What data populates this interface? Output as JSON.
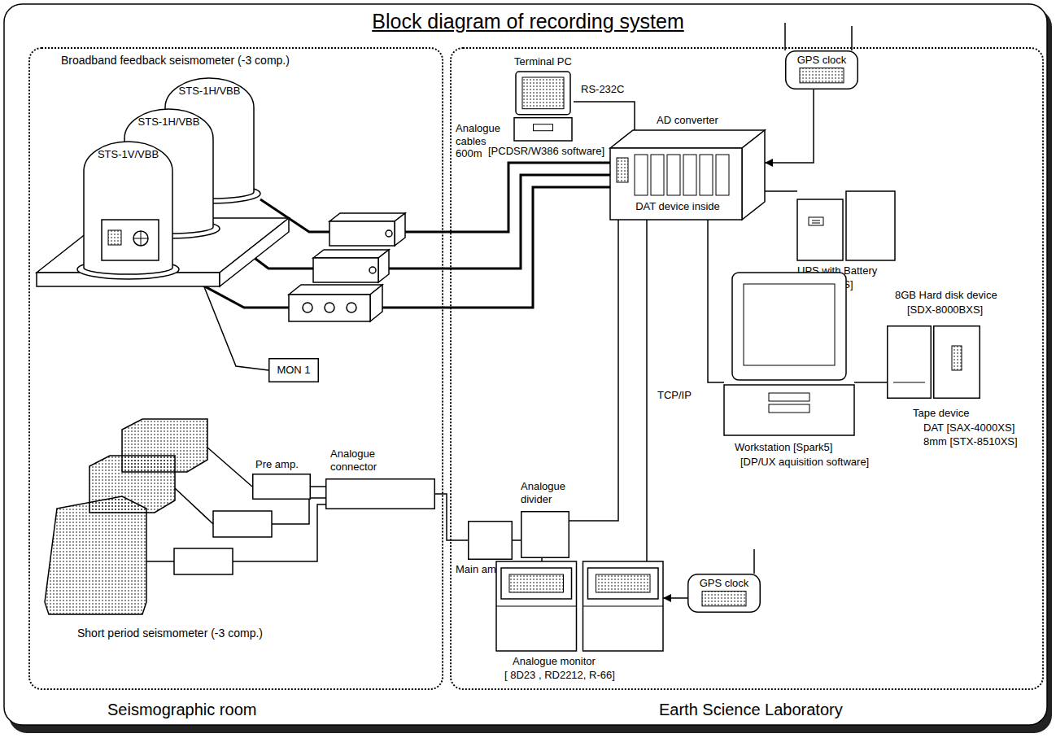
{
  "diagram": {
    "title": "Block diagram of recording system",
    "nodes": [
      {
        "text": [
          "Seismographic room"
        ]
      },
      {
        "text": [
          "Earth Science Laboratory"
        ]
      },
      {
        "text": [
          "STS-1V/VBB"
        ],
        "in": 0
      },
      {
        "text": [
          "STS-1H/VBB"
        ],
        "in": 0
      },
      {
        "text": [
          "STS-1H/VBB"
        ],
        "in": 0
      },
      {
        "text": [
          "MON 1"
        ],
        "in": 0
      },
      {
        "text": [
          "Pre amp."
        ],
        "in": 0
      },
      {
        "text": [
          "Analogue connector"
        ],
        "in": 0
      },
      {
        "text": [
          "Terminal PC",
          "[PCDSR/W386 software]"
        ],
        "in": 1
      },
      {
        "text": [
          "GPS clock"
        ],
        "in": 1
      },
      {
        "text": [
          "AD converter",
          "DAT device inside"
        ],
        "in": 1
      },
      {
        "text": [
          "UPS with Battery",
          "[ST-1/6-S]"
        ],
        "in": 1
      },
      {
        "text": [
          "Workstation [Spark5]",
          "[DP/UX aquisition software]"
        ],
        "in": 1
      },
      {
        "text": [
          "8GB Hard disk device",
          "[SDX-8000BXS]"
        ],
        "in": 1
      },
      {
        "text": [
          "Tape device",
          "DAT [SAX-4000XS]",
          "8mm [STX-8510XS]"
        ],
        "in": 1
      },
      {
        "text": [
          "Main amp."
        ],
        "in": 1
      },
      {
        "text": [
          "Analogue divider"
        ],
        "in": 1
      },
      {
        "text": [
          "Analogue monitor",
          "[ 8D23 , RD2212, R-66]"
        ],
        "in": 1
      },
      {
        "text": [
          "GPS clock"
        ],
        "in": 1
      }
    ],
    "edges": [
      {
        "from": 2,
        "to": 10,
        "arrow": "none"
      },
      {
        "from": 3,
        "to": 10,
        "arrow": "none"
      },
      {
        "from": 4,
        "to": 10,
        "arrow": "none"
      },
      {
        "from": 5,
        "to": 2,
        "arrow": "none"
      },
      {
        "from": 6,
        "to": 7,
        "arrow": "none"
      },
      {
        "from": 7,
        "to": 15,
        "arrow": "none"
      },
      {
        "from": 15,
        "to": 16,
        "arrow": "none"
      },
      {
        "from": 16,
        "to": 10,
        "arrow": "none"
      },
      {
        "from": 16,
        "to": 17,
        "arrow": "none"
      },
      {
        "from": 8,
        "to": 10,
        "label": "RS-232C",
        "arrow": "none"
      },
      {
        "from": 9,
        "to": 10,
        "arrow": "to"
      },
      {
        "from": 10,
        "to": 11,
        "arrow": "none"
      },
      {
        "from": 10,
        "to": 12,
        "label": "TCP/IP",
        "arrow": "none"
      },
      {
        "from": 12,
        "to": 13,
        "arrow": "none"
      },
      {
        "from": 10,
        "to": 17,
        "arrow": "none"
      },
      {
        "from": 18,
        "to": 17,
        "arrow": "to"
      }
    ],
    "labels": [
      "Broadband feedback seismometer (-3 comp.)",
      "Analogue cables 600m",
      "Short period seismometer (-3 comp.)"
    ]
  }
}
